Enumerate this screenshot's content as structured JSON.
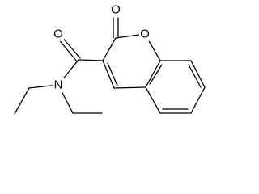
{
  "structure": {
    "atoms": {
      "carbonyl_oxygen_amide": "O",
      "carbonyl_oxygen_lactone": "O",
      "ring_oxygen": "O",
      "amide_nitrogen": "N"
    }
  },
  "colors": {
    "bond": "#000000",
    "background": "#ffffff"
  }
}
